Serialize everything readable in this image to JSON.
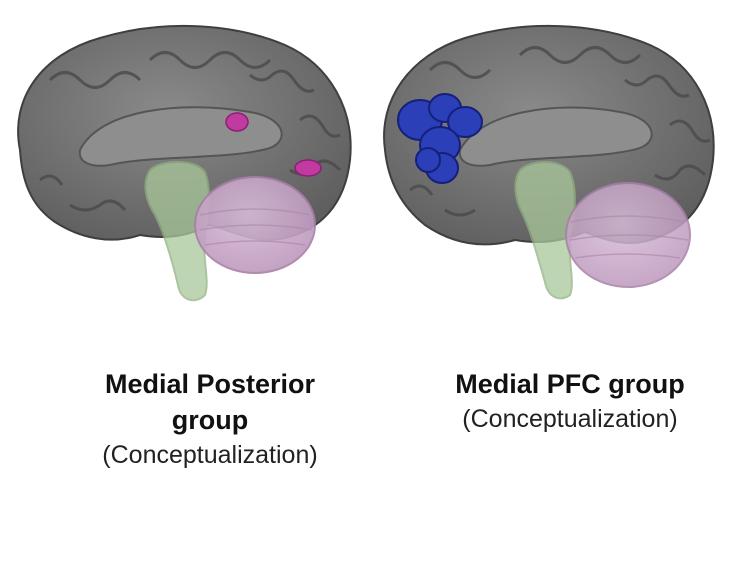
{
  "panels": [
    {
      "title_line1": "Medial Posterior",
      "title_line2": "group",
      "subtitle": "(Conceptualization)",
      "highlight_color": "#c03aa0",
      "highlight_region": "posterior medial cortex"
    },
    {
      "title": "Medial PFC group",
      "subtitle": "(Conceptualization)",
      "highlight_color": "#2a3fb8",
      "highlight_region": "medial prefrontal cortex"
    }
  ],
  "colors": {
    "cortex": "#6f6f6f",
    "cortex_sulci": "#4a4a4a",
    "brainstem": "#a9c79a",
    "cerebellum": "#c9a6c9"
  }
}
